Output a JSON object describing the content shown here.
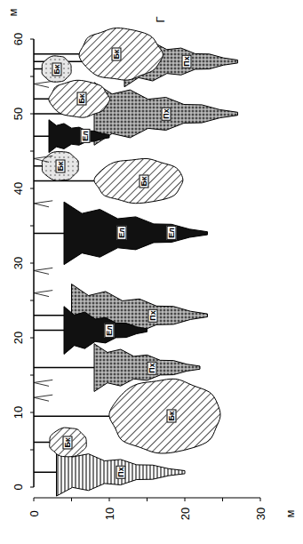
{
  "diagram": {
    "labels": [
      "м",
      "60",
      "50",
      "40",
      "30",
      "20",
      "10",
      "0",
      "0",
      "10",
      "20",
      "30",
      "м",
      "Г",
      "Пх",
      "Бк",
      "Бк",
      "Пх",
      "Ел",
      "Пх",
      "Ел",
      "Ел",
      "Бк",
      "Бк",
      "Ел",
      "Пх",
      "Бк",
      "Пх",
      "Бк",
      "Бк"
    ]
  }
}
